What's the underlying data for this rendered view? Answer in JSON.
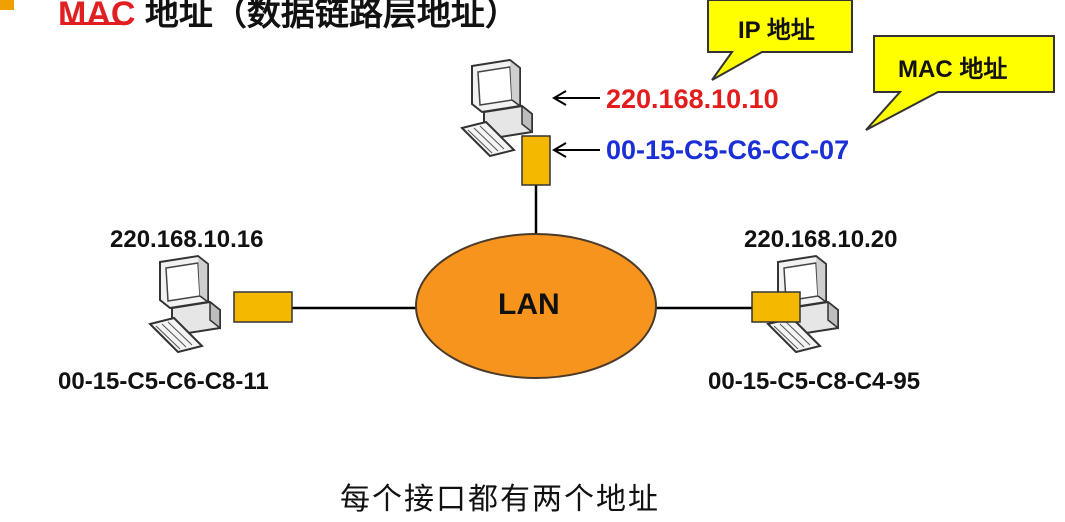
{
  "title": {
    "prefix": "MAC",
    "suffix": " 地址（数据链路层地址）"
  },
  "callouts": {
    "ip": "IP 地址",
    "mac": "MAC 地址"
  },
  "network": {
    "lan_label": "LAN",
    "top_host": {
      "ip": "220.168.10.10",
      "mac": "00-15-C5-C6-CC-07"
    },
    "left_host": {
      "ip": "220.168.10.16",
      "mac": "00-15-C5-C6-C8-11"
    },
    "right_host": {
      "ip": "220.168.10.20",
      "mac": "00-15-C5-C8-C4-95"
    }
  },
  "caption": "每个接口都有两个地址",
  "colors": {
    "accent_red": "#e31c1c",
    "accent_blue": "#1a2fd6",
    "lan_fill": "#f7941d",
    "interface_fill": "#f5b800",
    "callout_fill": "#ffff00"
  }
}
